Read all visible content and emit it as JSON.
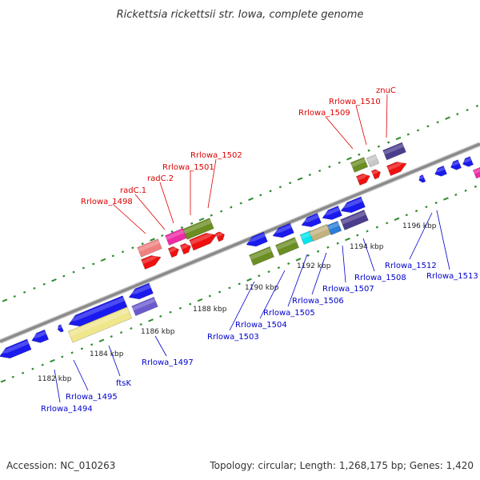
{
  "title": "Rickettsia rickettsii str. Iowa, complete genome",
  "footer": {
    "accession": "Accession: NC_010263",
    "topology": "Topology: circular; Length: 1,268,175 bp; Genes: 1,420"
  },
  "colors": {
    "backbone": "#8a8a8a",
    "tick": "#2e8b2e",
    "label_top": "#dd0000",
    "label_bottom": "#0000cc"
  },
  "scale_labels": [
    "1182 kbp",
    "1184 kbp",
    "1186 kbp",
    "1188 kbp",
    "1190 kbp",
    "1192 kbp",
    "1194 kbp",
    "1196 kbp"
  ],
  "labels_top": [
    "Rrlowa_1498",
    "radC.1",
    "radC.2",
    "Rrlowa_1501",
    "Rrlowa_1502",
    "Rrlowa_1509",
    "Rrlowa_1510",
    "znuC"
  ],
  "labels_bottom": [
    "Rrlowa_1494",
    "Rrlowa_1495",
    "ftsK",
    "Rrlowa_1497",
    "Rrlowa_1503",
    "Rrlowa_1504",
    "Rrlowa_1505",
    "Rrlowa_1506",
    "Rrlowa_1507",
    "Rrlowa_1508",
    "Rrlowa_1512",
    "Rrlowa_1513"
  ]
}
